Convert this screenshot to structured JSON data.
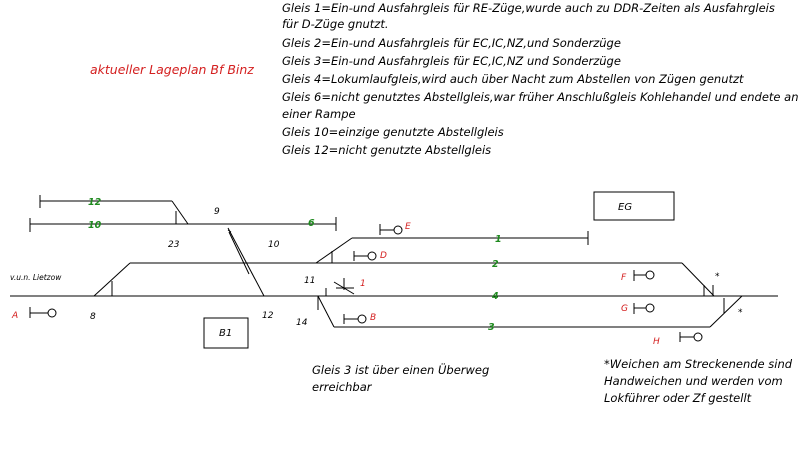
{
  "title": "aktueller Lageplan Bf Binz",
  "legend": [
    "Gleis 1=Ein-und Ausfahrgleis für RE-Züge,wurde auch zu DDR-Zeiten als Ausfahrgleis",
    "für D-Züge gnutzt.",
    "Gleis 2=Ein-und Ausfahrgleis für EC,IC,NZ,und Sonderzüge",
    "Gleis 3=Ein-und Ausfahrgleis für EC,IC,NZ und Sonderzüge",
    "Gleis 4=Lokumlaufgleis,wird auch über Nacht zum Abstellen von Zügen genutzt",
    "Gleis 6=nicht genutztes Abstellgleis,war früher Anschlußgleis Kohlehandel und endete an",
    "einer Rampe",
    "Gleis 10=einzige genutzte Abstellgleis",
    "Gleis 12=nicht genutzte Abstellgleis"
  ],
  "note_left": [
    "Gleis 3 ist über einen Überweg",
    "erreichbar"
  ],
  "note_right": [
    "*Weichen am Streckenende sind",
    "Handweichen und werden vom",
    "Lokführer oder Zf gestellt"
  ],
  "direction": "v.u.n. Lietzow",
  "buildings": {
    "eg": "EG",
    "b1": "B1"
  },
  "tracks": {
    "t1": "1",
    "t2": "2",
    "t3": "3",
    "t4": "4",
    "t6": "6",
    "t10": "10",
    "t12": "12"
  },
  "points": {
    "p8": "8",
    "p9": "9",
    "p10": "10",
    "p11": "11",
    "p12": "12",
    "p14": "14",
    "p23": "23"
  },
  "signals": {
    "A": "A",
    "B": "B",
    "D": "D",
    "E": "E",
    "F": "F",
    "G": "G",
    "H": "H",
    "s1": "1"
  },
  "star": "*",
  "colors": {
    "track_label": "#1f8a1f",
    "signal_label": "#d42020",
    "line": "#000000"
  }
}
